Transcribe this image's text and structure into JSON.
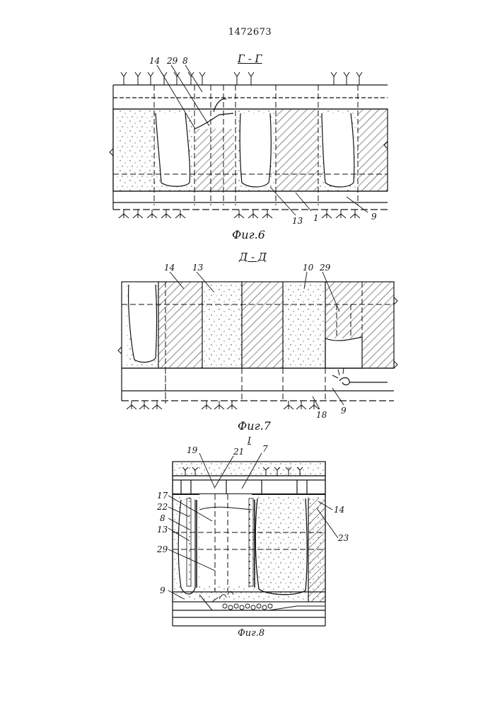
{
  "patent_number": "1472673",
  "fig6": {
    "section": "Г - Г",
    "caption": "Фиг.6",
    "labels": {
      "l14": "14",
      "l29": "29",
      "l8": "8",
      "l13": "13",
      "l1": "1",
      "l9": "9"
    }
  },
  "fig7": {
    "section": "Д - Д",
    "caption": "Фиг.7",
    "labels": {
      "l14": "14",
      "l13": "13",
      "l10": "10",
      "l29": "29",
      "l18": "18",
      "l9": "9"
    }
  },
  "fig8": {
    "section": "I",
    "caption": "Фиг.8",
    "labels": {
      "l19": "19",
      "l21": "21",
      "l7": "7",
      "l17": "17",
      "l22": "22",
      "l8": "8",
      "l13": "13",
      "l29": "29",
      "l9": "9",
      "l14": "14",
      "l23": "23"
    }
  }
}
